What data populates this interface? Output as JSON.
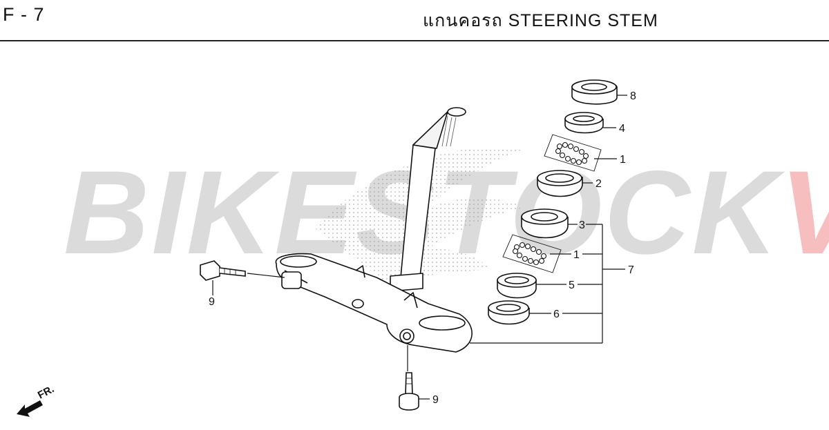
{
  "header": {
    "page_code": "F - 7",
    "title": "แกนคอรถ  STEERING STEM"
  },
  "watermark": {
    "part_a": "BIKESTOCK",
    "part_b": "VN",
    "color_a": "#bebebe",
    "color_b": "#ec6e6e"
  },
  "callouts": {
    "c8": "8",
    "c4": "4",
    "c1a": "1",
    "c2": "2",
    "c3": "3",
    "c1b": "1",
    "c7": "7",
    "c5": "5",
    "c6": "6",
    "c9a": "9",
    "c9b": "9"
  },
  "direction": {
    "label": "FR.",
    "icon": "front-direction-arrow-icon"
  }
}
